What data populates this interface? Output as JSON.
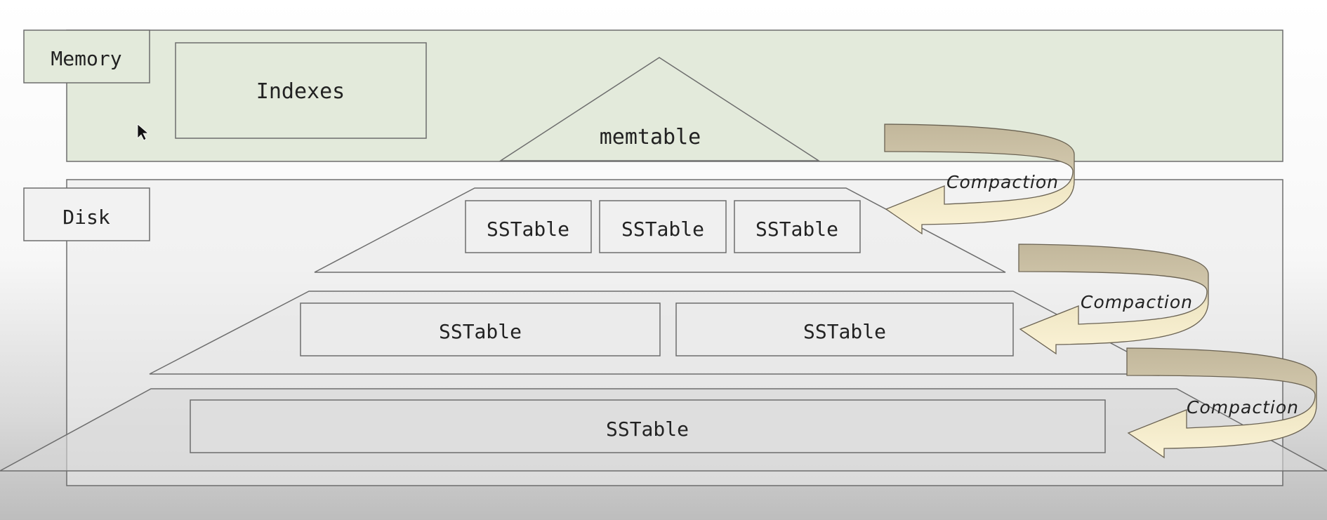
{
  "labels": {
    "memory": "Memory",
    "disk": "Disk",
    "indexes": "Indexes",
    "memtable": "memtable"
  },
  "levels": [
    {
      "tables": [
        "SSTable",
        "SSTable",
        "SSTable"
      ]
    },
    {
      "tables": [
        "SSTable",
        "SSTable"
      ]
    },
    {
      "tables": [
        "SSTable"
      ]
    }
  ],
  "compactions": [
    "Compaction",
    "Compaction",
    "Compaction"
  ],
  "colors": {
    "memory_fill": "#e3eadb",
    "disk_fill": "#ededed",
    "arrow_tan": "#c9bfa5",
    "arrow_cream": "#fbf3d6",
    "stroke": "#5a5a5a"
  }
}
